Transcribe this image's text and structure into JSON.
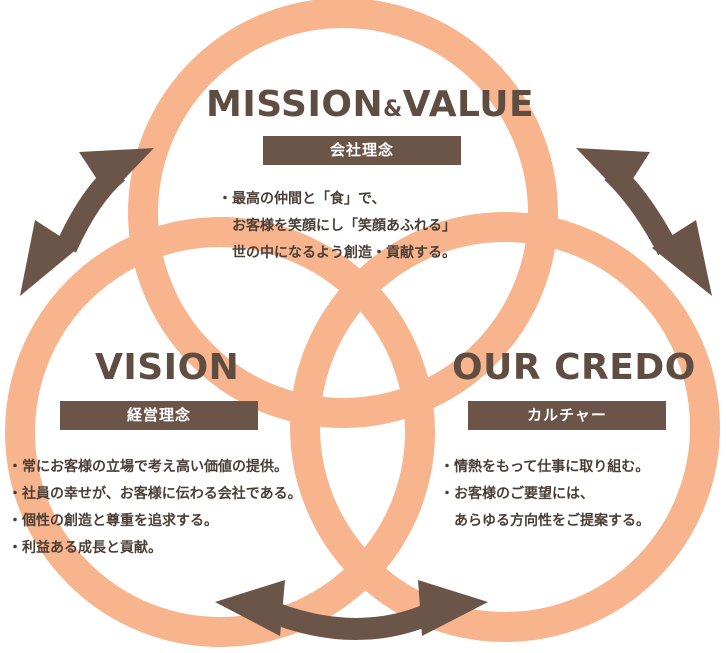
{
  "colors": {
    "ring": "#f7b48d",
    "arrow": "#6b5548",
    "label_bg": "#6b5548",
    "heading": "#5e4d40",
    "text": "#4a3e36"
  },
  "mission": {
    "heading_main": "MISSION",
    "heading_amp": "&",
    "heading_tail": "VALUE",
    "label": "会社理念",
    "bullet": "・",
    "lines": [
      "最高の仲間と「食」で、",
      "お客様を笑顔にし「笑顔あふれる」",
      "世の中になるよう創造・貢献する。"
    ]
  },
  "vision": {
    "heading": "VISION",
    "label": "経営理念",
    "bullet": "・",
    "items": [
      "常にお客様の立場で考え高い価値の提供。",
      "社員の幸せが、お客様に伝わる会社である。",
      "個性の創造と尊重を追求する。",
      "利益ある成長と貢献。"
    ]
  },
  "credo": {
    "heading": "OUR CREDO",
    "label": "カルチャー",
    "bullet": "・",
    "items": [
      "情熱をもって仕事に取り組む。",
      "お客様のご要望には、"
    ],
    "continuation": "あらゆる方向性をご提案する。"
  }
}
